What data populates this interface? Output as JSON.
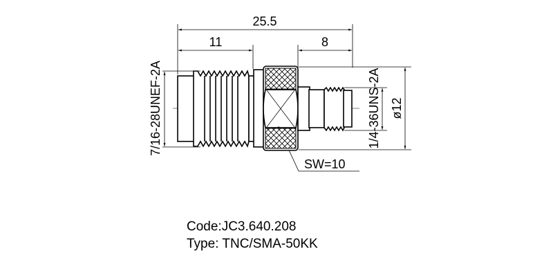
{
  "drawing": {
    "dimensions": {
      "overall_length": "25.5",
      "left_length": "11",
      "right_length": "8",
      "diameter": "ø12",
      "wrench_size": "SW=10"
    },
    "thread_labels": {
      "left": "7/16-28UNEF-2A",
      "right": "1/4-36UNS-2A"
    }
  },
  "info": {
    "code": "Code:JC3.640.208",
    "type": "Type: TNC/SMA-50KK"
  }
}
